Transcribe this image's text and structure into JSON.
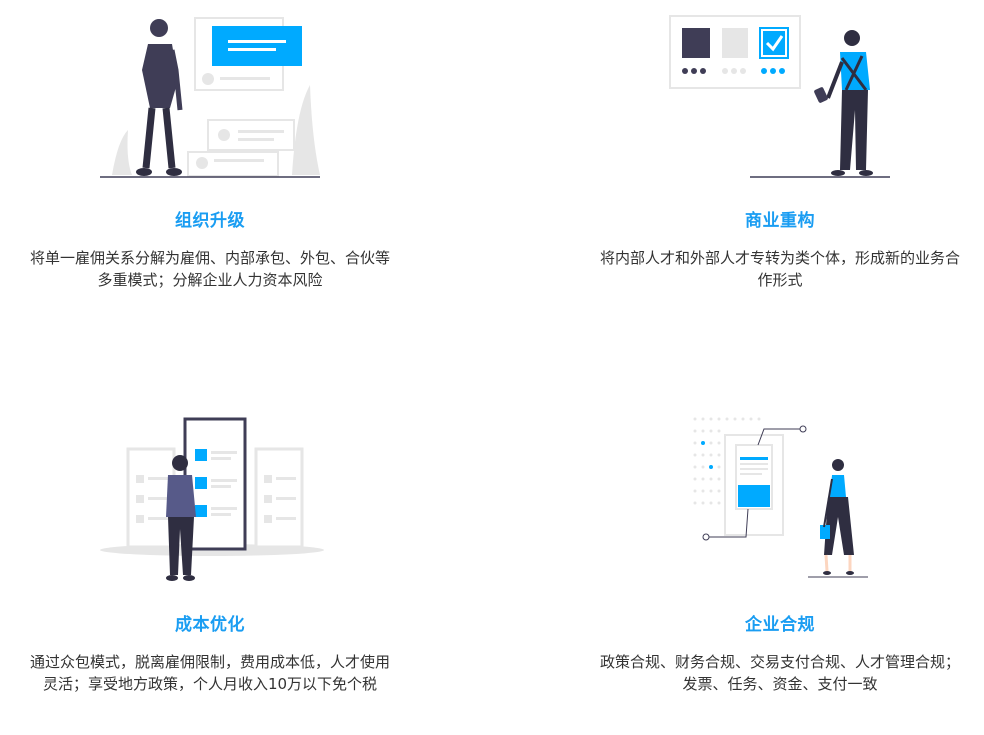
{
  "cards": [
    {
      "title": "组织升级",
      "desc": "将单一雇佣关系分解为雇佣、内部承包、外包、合伙等多重模式；分解企业人力资本风险",
      "icon": "org-upgrade-illustration"
    },
    {
      "title": "商业重构",
      "desc": "将内部人才和外部人才专转为类个体，形成新的业务合作形式",
      "icon": "business-restructure-illustration"
    },
    {
      "title": "成本优化",
      "desc": "通过众包模式，脱离雇佣限制，费用成本低，人才使用灵活；享受地方政策，个人月收入10万以下免个税",
      "icon": "cost-optimize-illustration"
    },
    {
      "title": "企业合规",
      "desc": "政策合规、财务合规、交易支付合规、人才管理合规；发票、任务、资金、支付一致",
      "icon": "compliance-illustration"
    }
  ],
  "colors": {
    "accent": "#1a9df2",
    "highlight": "#00aaff",
    "figure": "#3f3d56",
    "text": "#333333"
  }
}
